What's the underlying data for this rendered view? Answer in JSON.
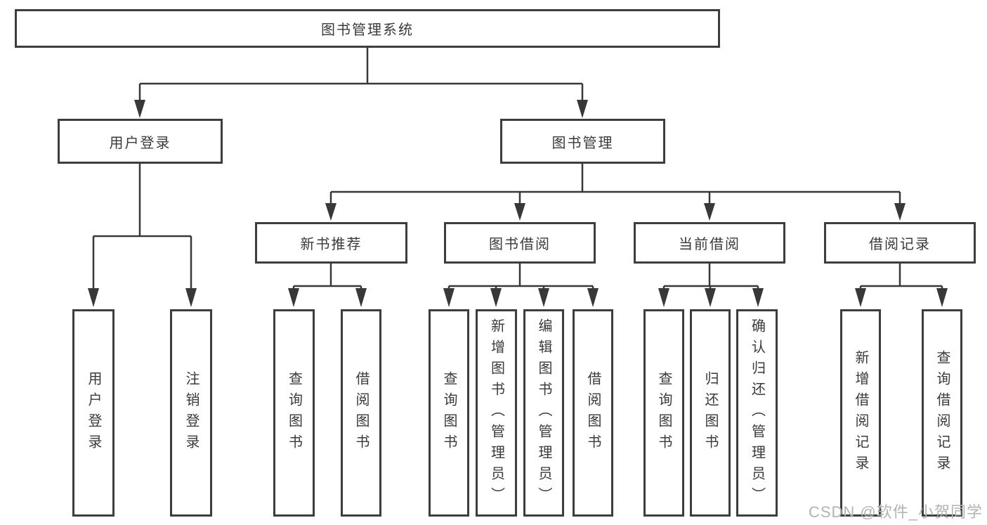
{
  "watermark": "CSDN @软件_小贺同学",
  "colors": {
    "line": "#383838",
    "border": "#3d3d3d",
    "text": "#3a3a3a",
    "watermark": "#b3b3b3"
  },
  "tree": {
    "root": "图书管理系统",
    "children": [
      {
        "label": "用户登录",
        "children": [
          "用户登录",
          "注销登录"
        ]
      },
      {
        "label": "图书管理",
        "children": [
          {
            "label": "新书推荐",
            "children": [
              "查询图书",
              "借阅图书"
            ]
          },
          {
            "label": "图书借阅",
            "children": [
              "查询图书",
              "新增图书（管理员）",
              "编辑图书（管理员）",
              "借阅图书"
            ]
          },
          {
            "label": "当前借阅",
            "children": [
              "查询图书",
              "归还图书",
              "确认归还（管理员）"
            ]
          },
          {
            "label": "借阅记录",
            "children": [
              "新增借阅记录",
              "查询借阅记录"
            ]
          }
        ]
      }
    ]
  }
}
